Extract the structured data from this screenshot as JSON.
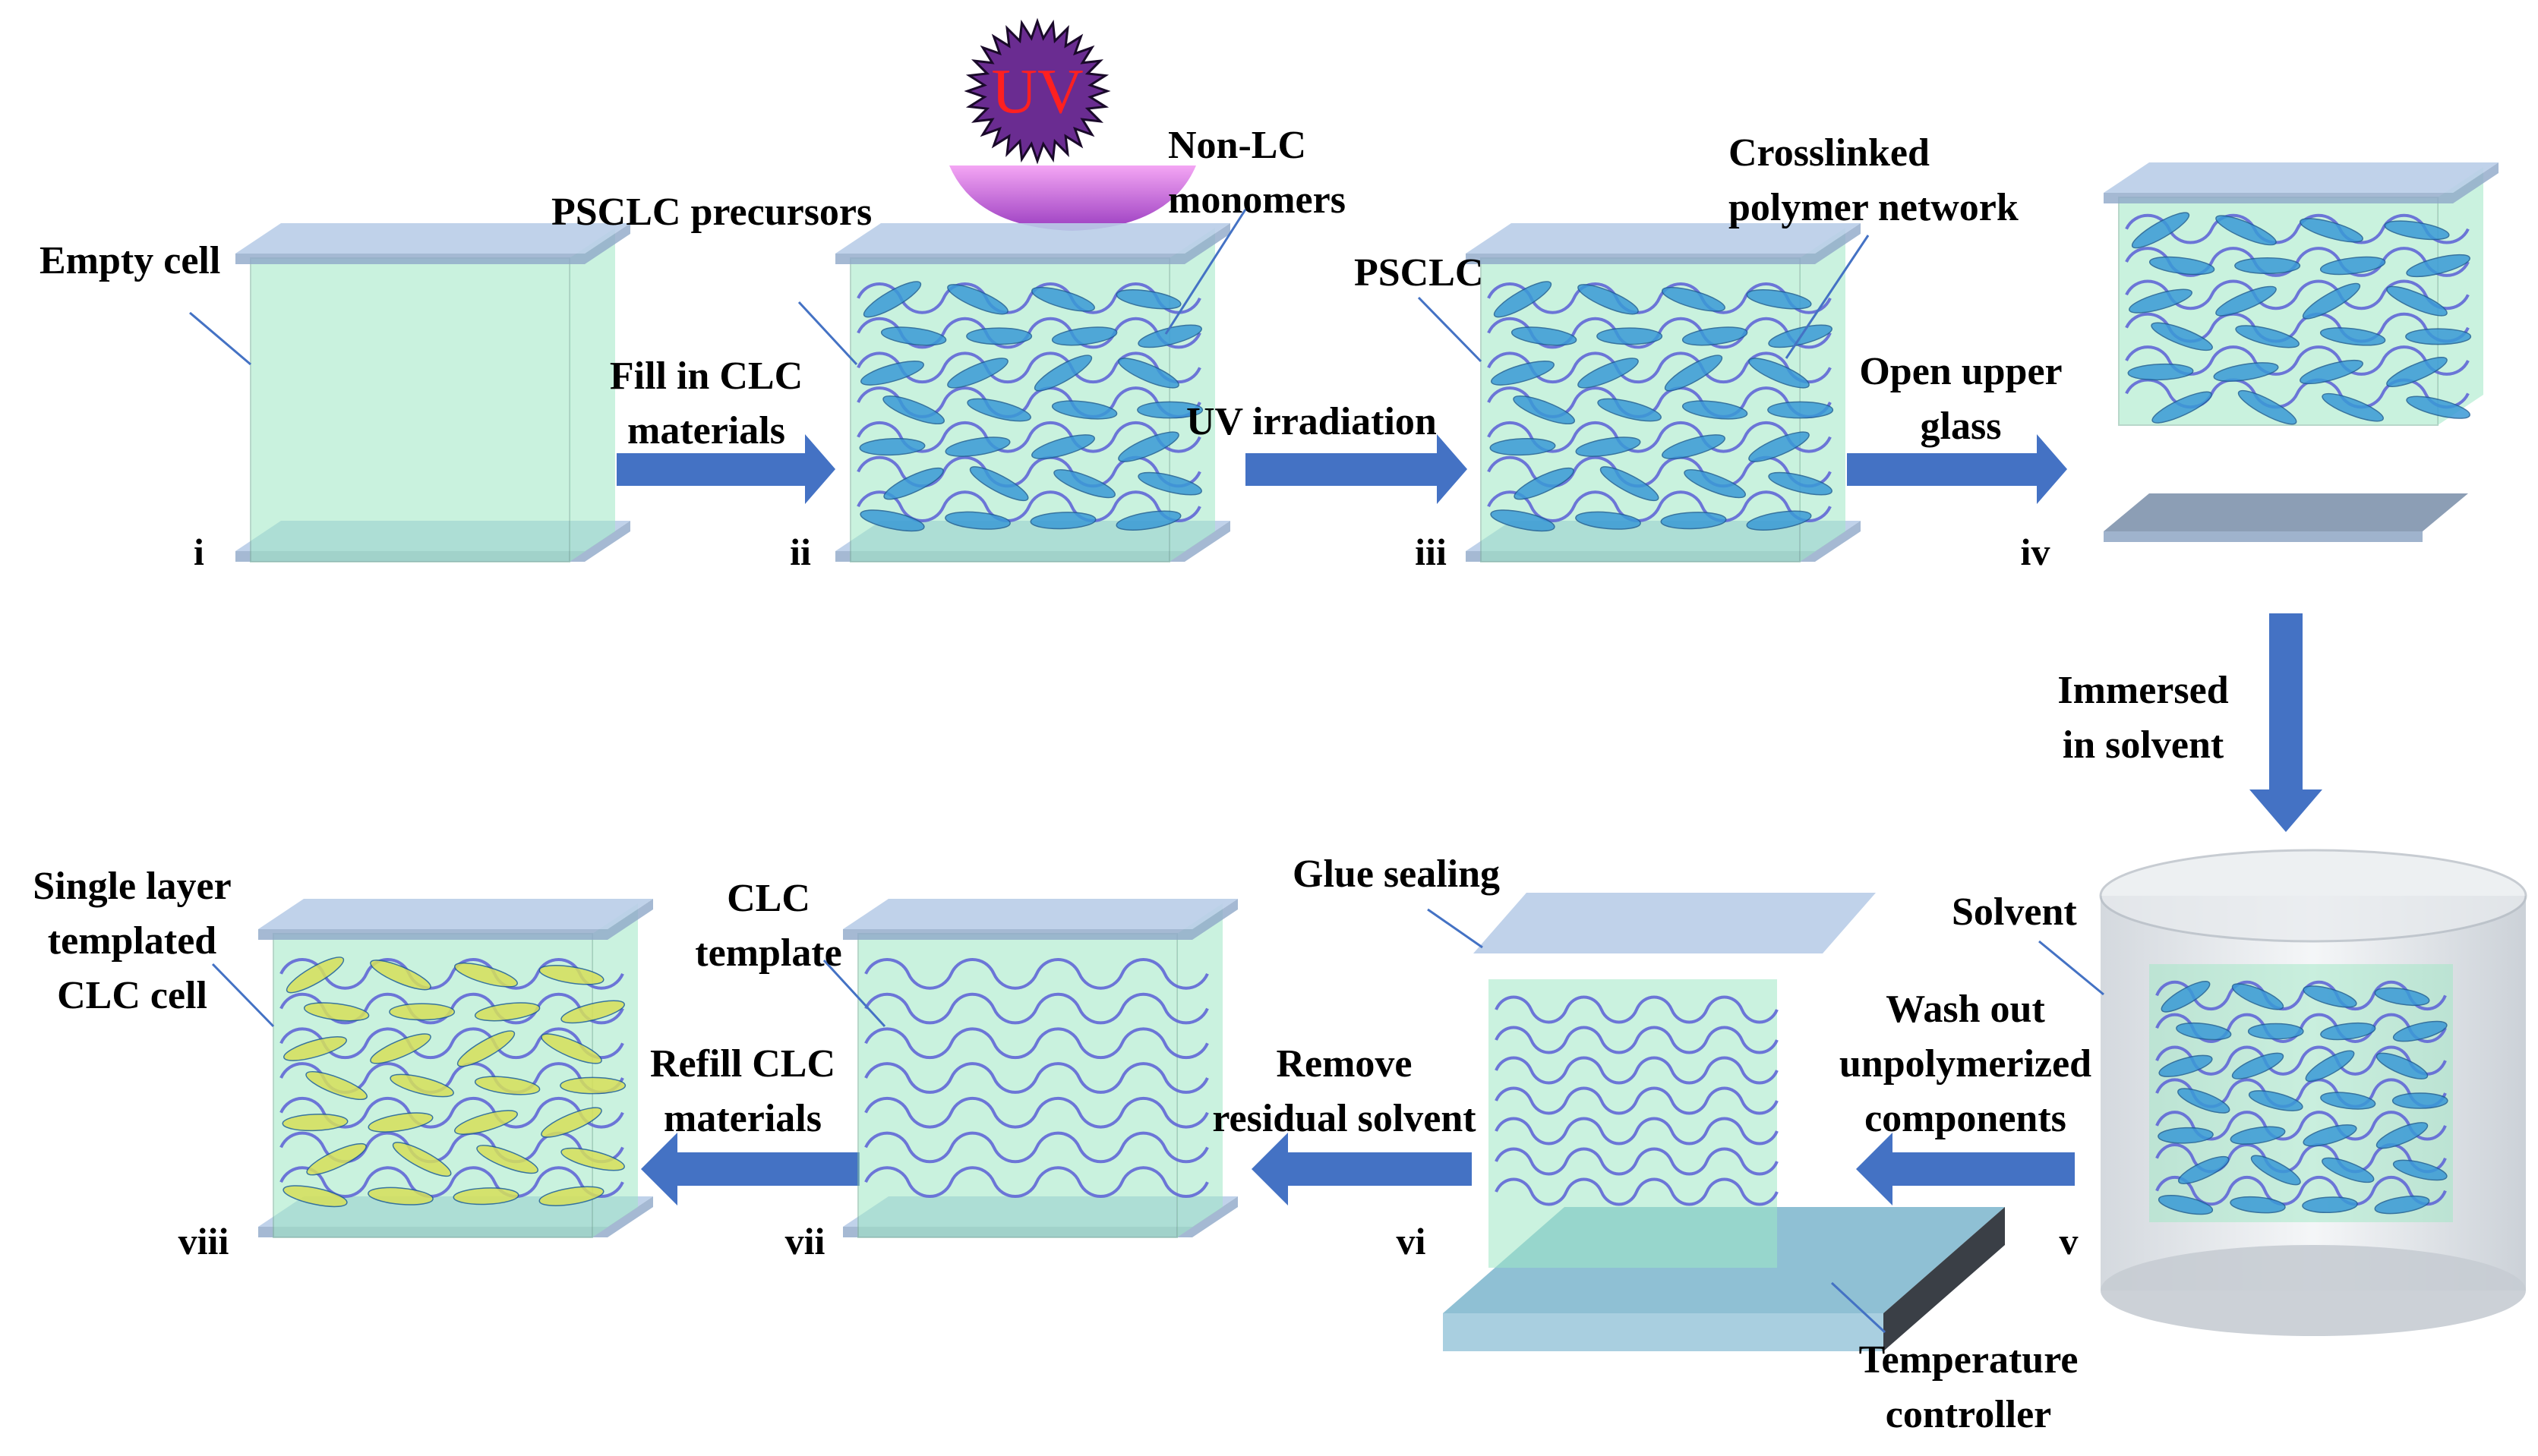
{
  "stages": [
    {
      "numeral": "i"
    },
    {
      "numeral": "ii"
    },
    {
      "numeral": "iii"
    },
    {
      "numeral": "iv"
    },
    {
      "numeral": "v"
    },
    {
      "numeral": "vi"
    },
    {
      "numeral": "vii"
    },
    {
      "numeral": "viii"
    }
  ],
  "labels": {
    "empty_cell": "Empty  cell",
    "psclc_precursors": "PSCLC precursors",
    "non_lc_1": "Non-LC",
    "non_lc_2": "monomers",
    "psclc": "PSCLC",
    "crosslinked_1": "Crosslinked",
    "crosslinked_2": "polymer network",
    "uv_lamp": "UV",
    "solvent": "Solvent",
    "glue_sealing": "Glue sealing",
    "clc_template_1": "CLC",
    "clc_template_2": "template",
    "single_layer_1": "Single layer",
    "single_layer_2": "templated",
    "single_layer_3": "CLC cell",
    "temp_ctrl_1": "Temperature",
    "temp_ctrl_2": "controller"
  },
  "steps": {
    "fill_1": "Fill in CLC",
    "fill_2": "materials",
    "uv": "UV  irradiation",
    "open_1": "Open upper",
    "open_2": "glass",
    "immersed_1": "Immersed",
    "immersed_2": "in solvent",
    "wash_1": "Wash out",
    "wash_2": "unpolymerized",
    "wash_3": "components",
    "remove_1": "Remove",
    "remove_2": "residual solvent",
    "refill_1": "Refill CLC",
    "refill_2": "materials"
  },
  "colors": {
    "glass": "#b9cde8",
    "cell_fill": "#9ee8c4",
    "arrow": "#4472c4",
    "lc_molecule": "#3a9ad6",
    "helix": "#5b5fd6",
    "yellow_lc": "#d7e05a",
    "uv_badge": "#6a2c91",
    "uv_text": "#ff2020",
    "lamp": "#d875e0"
  }
}
